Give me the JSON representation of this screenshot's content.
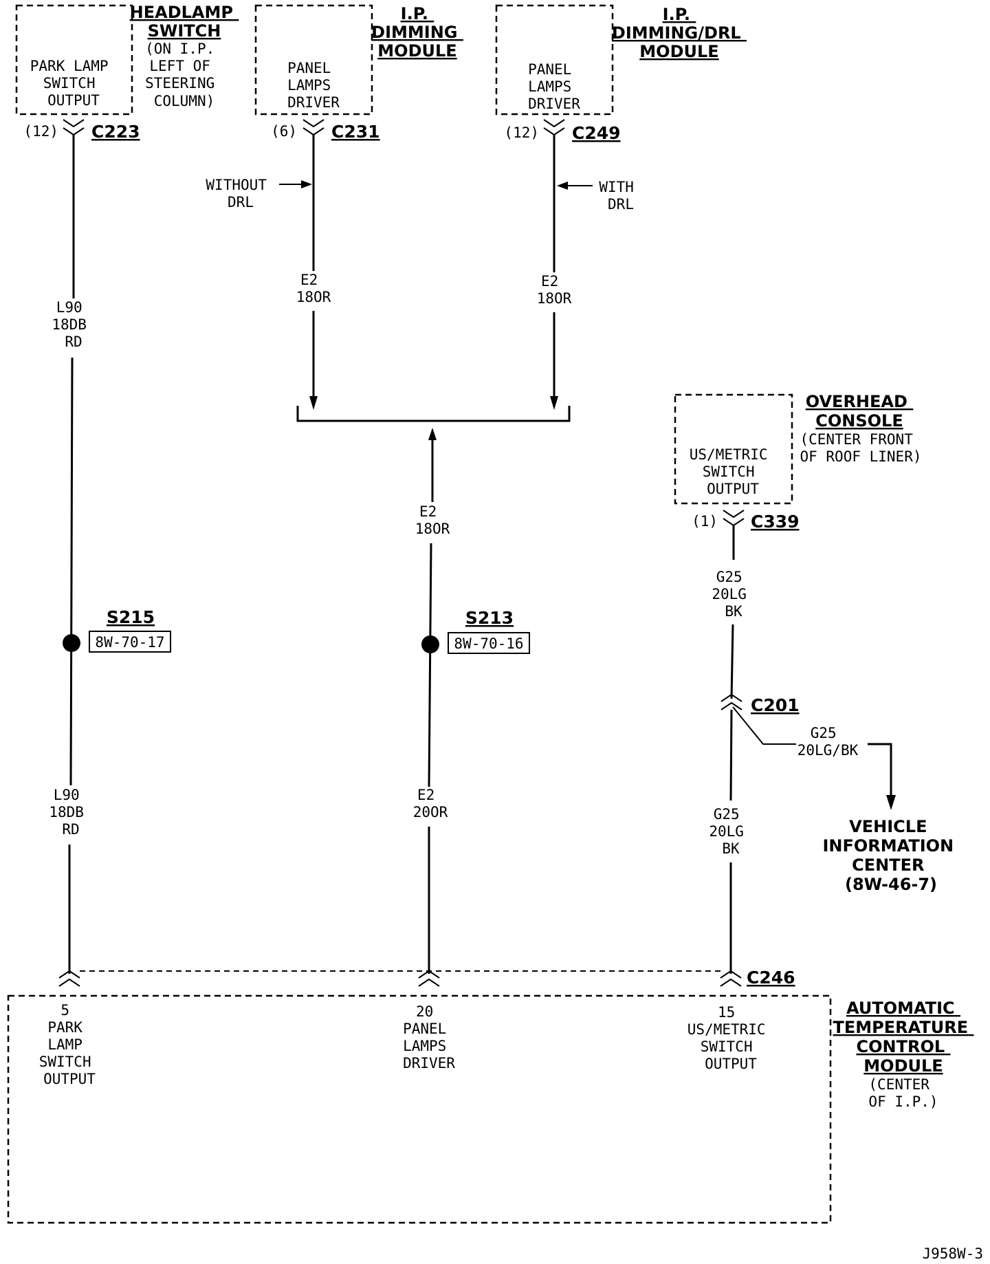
{
  "components": {
    "headlamp_switch": {
      "title": [
        "HEADLAMP",
        "SWITCH"
      ],
      "location": [
        "(ON I.P.",
        "LEFT OF",
        "STEERING",
        "COLUMN)"
      ],
      "pin_label": [
        "PARK LAMP",
        "SWITCH",
        "OUTPUT"
      ]
    },
    "ip_dimming_module": {
      "title": [
        "I.P.",
        "DIMMING",
        "MODULE"
      ],
      "pin_label": [
        "PANEL",
        "LAMPS",
        "DRIVER"
      ]
    },
    "ip_dimming_drl_module": {
      "title": [
        "I.P.",
        "DIMMING/DRL",
        "MODULE"
      ],
      "pin_label": [
        "PANEL",
        "LAMPS",
        "DRIVER"
      ]
    },
    "overhead_console": {
      "title": [
        "OVERHEAD",
        "CONSOLE"
      ],
      "location": [
        "(CENTER FRONT",
        "OF ROOF LINER)"
      ],
      "pin_label": [
        "US/METRIC",
        "SWITCH",
        "OUTPUT"
      ]
    },
    "atc_module": {
      "title": [
        "AUTOMATIC",
        "TEMPERATURE",
        "CONTROL",
        "MODULE"
      ],
      "location": [
        "(CENTER",
        "OF I.P.)"
      ],
      "pins": [
        {
          "num": "5",
          "label": [
            "PARK",
            "LAMP",
            "SWITCH",
            "OUTPUT"
          ]
        },
        {
          "num": "20",
          "label": [
            "PANEL",
            "LAMPS",
            "DRIVER"
          ]
        },
        {
          "num": "15",
          "label": [
            "US/METRIC",
            "SWITCH",
            "OUTPUT"
          ]
        }
      ]
    },
    "vic": {
      "title": [
        "VEHICLE",
        "INFORMATION",
        "CENTER",
        "(8W-46-7)"
      ]
    }
  },
  "connectors": {
    "c223": {
      "name": "C223",
      "pin": "(12)"
    },
    "c231": {
      "name": "C231",
      "pin": "(6)"
    },
    "c249": {
      "name": "C249",
      "pin": "(12)"
    },
    "c339": {
      "name": "C339",
      "pin": "(1)"
    },
    "c201": {
      "name": "C201"
    },
    "c246": {
      "name": "C246"
    }
  },
  "notes": {
    "without_drl": [
      "WITHOUT",
      "DRL"
    ],
    "with_drl": [
      "WITH",
      "DRL"
    ]
  },
  "wires": {
    "l90_top": [
      "L90",
      "18DB",
      "RD"
    ],
    "l90_bottom": [
      "L90",
      "18DB",
      "RD"
    ],
    "e2_left": [
      "E2",
      "18OR"
    ],
    "e2_right": [
      "E2",
      "18OR"
    ],
    "e2_mid": [
      "E2",
      "18OR"
    ],
    "e2_bottom": [
      "E2",
      "20OR"
    ],
    "g25_top": [
      "G25",
      "20LG",
      "BK"
    ],
    "g25_branch": [
      "G25",
      "20LG/BK"
    ],
    "g25_bottom": [
      "G25",
      "20LG",
      "BK"
    ]
  },
  "splices": {
    "s215": {
      "name": "S215",
      "ref": "8W-70-17"
    },
    "s213": {
      "name": "S213",
      "ref": "8W-70-16"
    }
  },
  "figure_id": "J958W-3"
}
